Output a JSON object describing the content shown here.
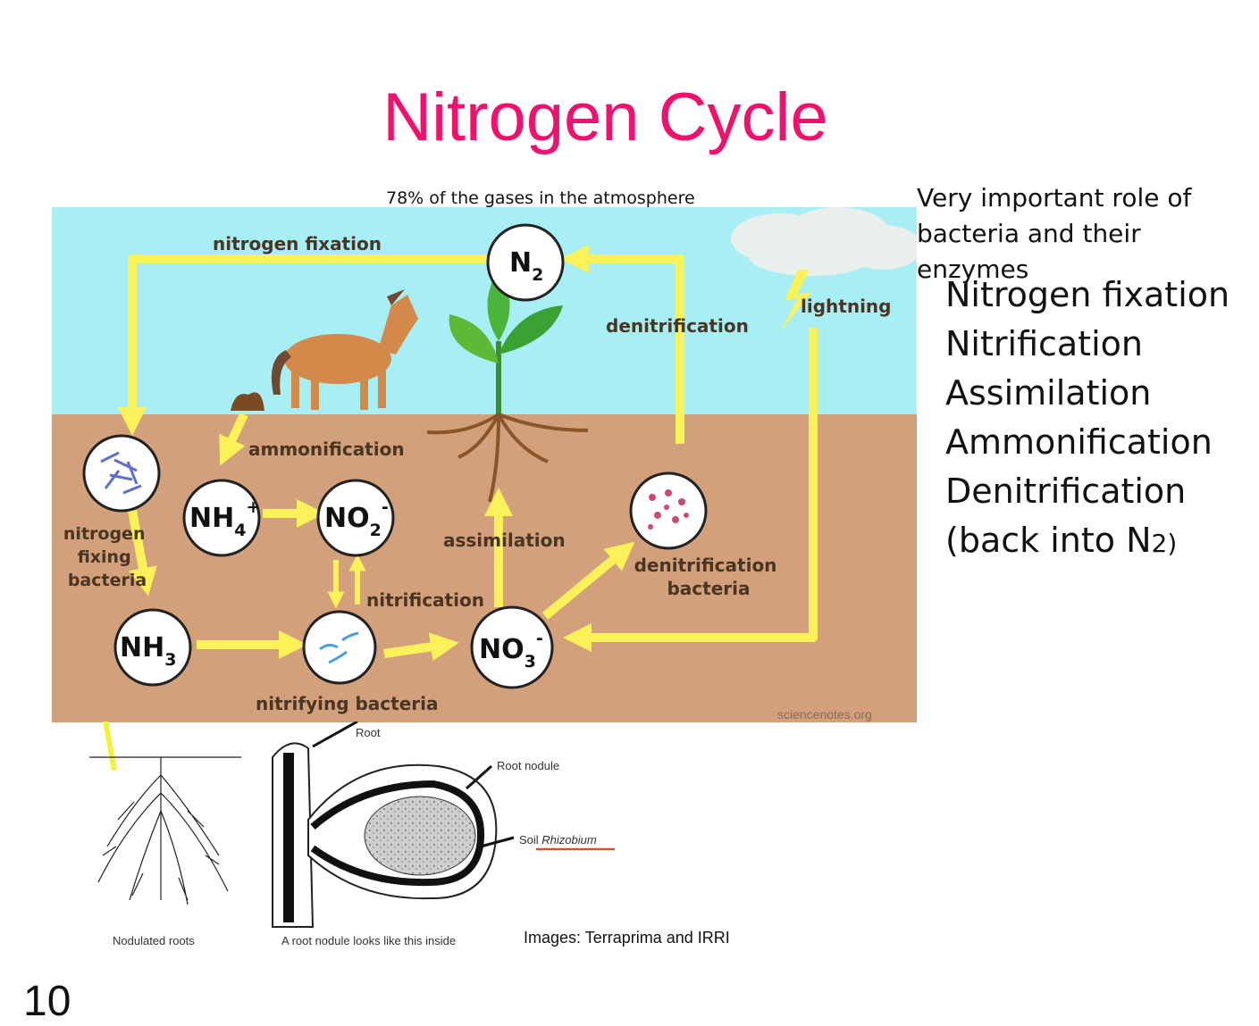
{
  "title": "Nitrogen Cycle",
  "atmosphere_note": "78% of the gases in the atmosphere",
  "bacteria_note": "Very important role of bacteria and their enzymes",
  "processes": [
    "Nitrogen fixation",
    "Nitrification",
    "Assimilation",
    "Ammonification",
    "Denitrification"
  ],
  "processes_tail": "(back into N",
  "processes_tail_sub": "2",
  "processes_tail_close": ")",
  "diagram": {
    "labels": {
      "nitrogen_fixation": "nitrogen fixation",
      "denitrification": "denitrification",
      "lightning": "lightning",
      "ammonification": "ammonification",
      "assimilation": "assimilation",
      "nitrification": "nitrification",
      "nitrifying_bacteria": "nitrifying bacteria",
      "denitrification_bacteria_1": "denitrification",
      "denitrification_bacteria_2": "bacteria",
      "nitrogen_fixing_1": "nitrogen",
      "nitrogen_fixing_2": "fixing",
      "nitrogen_fixing_3": "bacteria",
      "source": "sciencenotes.org"
    },
    "nodes": {
      "n2": {
        "base": "N",
        "sub": "2"
      },
      "nh4": {
        "base": "NH",
        "sub": "4",
        "sup": "+"
      },
      "no2": {
        "base": "NO",
        "sub": "2",
        "sup": "-"
      },
      "nh3": {
        "base": "NH",
        "sub": "3"
      },
      "no3": {
        "base": "NO",
        "sub": "3",
        "sup": "-"
      }
    }
  },
  "root_figure": {
    "root": "Root",
    "root_nodule": "Root nodule",
    "soil_rhizobium_prefix": "Soil ",
    "soil_rhizobium_italic": "Rhizobium",
    "caption_left": "Nodulated roots",
    "caption_right": "A root nodule looks like this inside"
  },
  "credit": "Images: Terraprima and IRRI",
  "page_number": "10",
  "colors": {
    "title": "#f0106e",
    "sky": "#a7eef5",
    "soil": "#d2a07a",
    "arrow": "#fbf25a"
  }
}
